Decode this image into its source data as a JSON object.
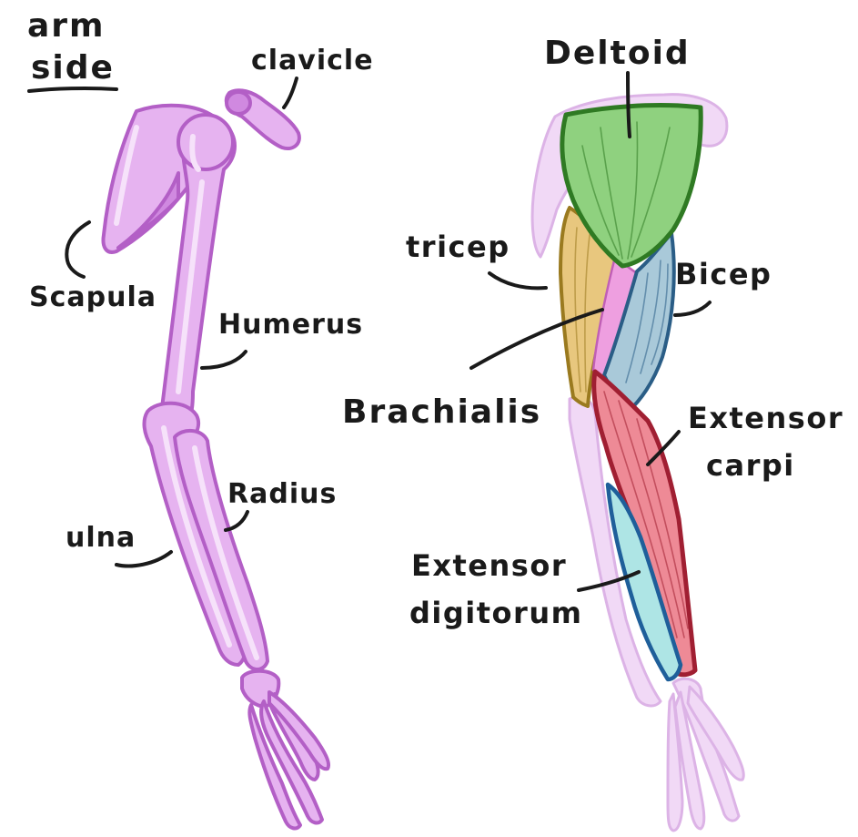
{
  "heading": {
    "line1": "arm",
    "line2": "side"
  },
  "skeleton_labels": {
    "clavicle": "clavicle",
    "scapula": "Scapula",
    "humerus": "Humerus",
    "radius": "Radius",
    "ulna": "ulna"
  },
  "muscle_labels": {
    "deltoid": "Deltoid",
    "tricep": "tricep",
    "bicep": "Bicep",
    "brachialis": "Brachialis",
    "extensor_carpi_line1": "Extensor",
    "extensor_carpi_line2": "carpi",
    "extensor_digitorum_line1": "Extensor",
    "extensor_digitorum_line2": "digitorum"
  },
  "colors": {
    "bone_fill": "#e6b3f0",
    "bone_outline": "#b35fc6",
    "deltoid_fill": "#8fd17f",
    "deltoid_outline": "#2f7a23",
    "tricep_fill": "#e8c77e",
    "tricep_outline": "#9a7a1f",
    "bicep_fill": "#a9c9d9",
    "bicep_outline": "#2a5d86",
    "brachialis_fill": "#ee9fe0",
    "extensor_carpi_fill": "#ee8a96",
    "extensor_carpi_outline": "#a01f32",
    "extensor_digitorum_fill": "#aee5e5",
    "extensor_digitorum_outline": "#1f5f9a"
  }
}
